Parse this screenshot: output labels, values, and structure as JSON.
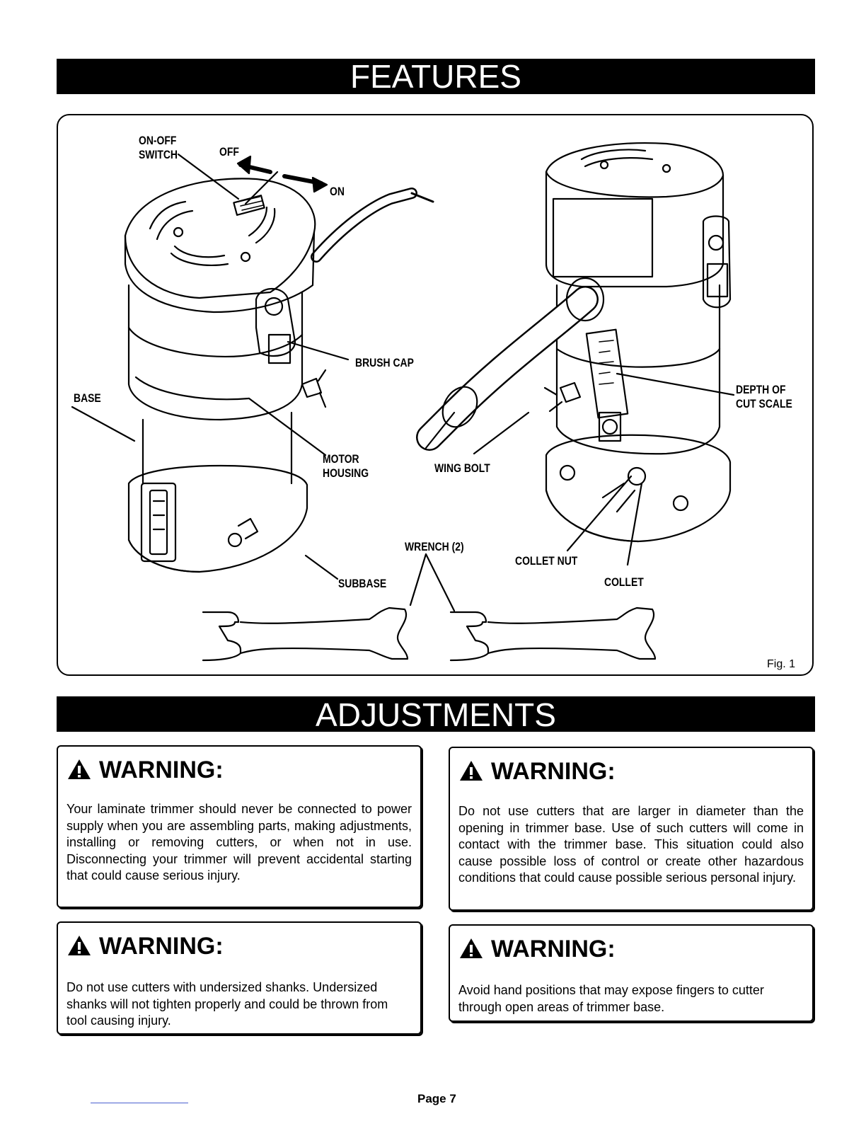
{
  "features": {
    "title": "FEATURES"
  },
  "figure": {
    "labels": {
      "on_off_switch": "ON-OFF\nSWITCH",
      "off": "OFF",
      "on": "ON",
      "brush_cap": "BRUSH CAP",
      "base": "BASE",
      "motor_housing": "MOTOR\nHOUSING",
      "subbase": "SUBBASE",
      "wing_bolt": "WING BOLT",
      "depth_of_cut_scale": "DEPTH OF\nCUT SCALE",
      "wrench": "WRENCH (2)",
      "collet_nut": "COLLET NUT",
      "collet": "COLLET",
      "fig": "Fig. 1"
    }
  },
  "adjustments": {
    "title": "ADJUSTMENTS"
  },
  "warnings": [
    {
      "title": "WARNING:",
      "text": "Your laminate trimmer should never be connected to power supply when you are assembling parts, making adjustments, installing or removing cutters, or when not in use. Disconnecting your trimmer will prevent accidental starting that could cause serious injury."
    },
    {
      "title": "WARNING:",
      "text": "Do not use cutters that are larger in diameter than the opening in trimmer base. Use of such cutters will come in contact with the trimmer base. This situation could also cause possible loss of control or create other hazardous conditions that could cause possible serious personal injury."
    },
    {
      "title": "WARNING:",
      "text": "Do not use cutters with undersized shanks. Undersized shanks will not tighten properly and could be thrown from tool causing injury."
    },
    {
      "title": "WARNING:",
      "text": "Avoid hand positions that may expose fingers to cutter through open areas of trimmer base."
    }
  ],
  "footer": {
    "page": "Page 7"
  },
  "colors": {
    "banner": "#000000",
    "background": "#ffffff"
  }
}
